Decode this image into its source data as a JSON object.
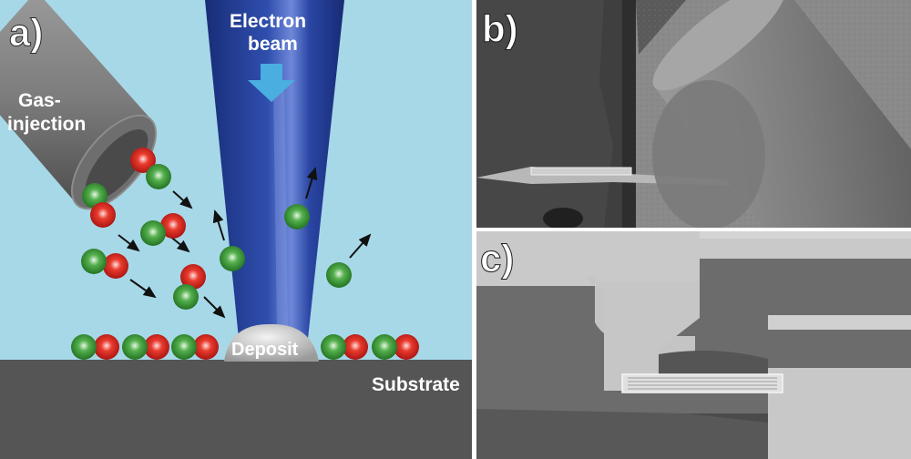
{
  "panel_a": {
    "letter": "a)",
    "gas_injection_line1": "Gas-",
    "gas_injection_line2": "injection",
    "electron_beam_line1": "Electron",
    "electron_beam_line2": "beam",
    "deposit": "Deposit",
    "substrate": "Substrate",
    "colors": {
      "background": "#a7d8e8",
      "substrate": "#555555",
      "beam": "#1f3a8c",
      "arrow": "#4aaee0",
      "green_sphere": "#2f8a2f",
      "red_sphere": "#d81f1f",
      "needle": "#7a7a7a"
    }
  },
  "panel_b": {
    "letter": "b)"
  },
  "panel_c": {
    "letter": "c)"
  }
}
